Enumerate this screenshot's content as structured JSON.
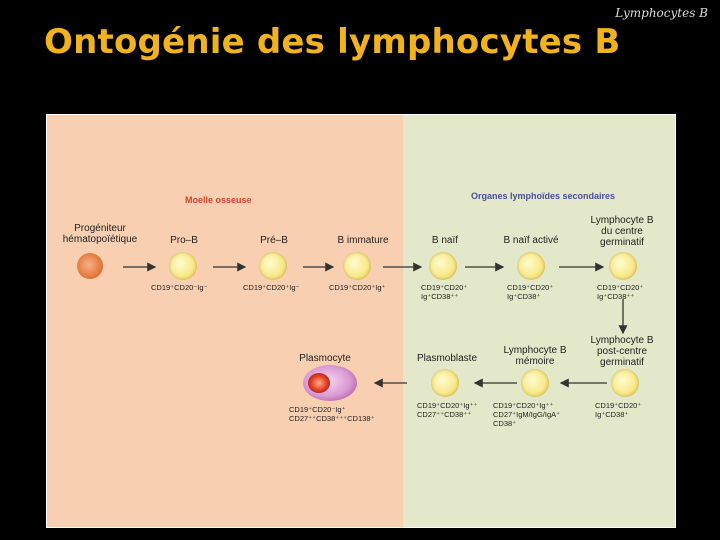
{
  "header": {
    "corner_label": "Lymphocytes B",
    "title": "Ontogénie des lymphocytes B"
  },
  "zones": {
    "bone_marrow": "Moelle osseuse",
    "secondary_organs": "Organes lymphoïdes secondaires"
  },
  "colors": {
    "title": "#f0b21e",
    "bone_marrow_bg": "#f9cfb2",
    "secondary_bg": "#e2e8c9",
    "zone_title_left": "#d4452c",
    "zone_title_right": "#4a4f9c"
  },
  "stages": {
    "progenitor": {
      "line1": "Progéniteur",
      "line2": "hématopoïétique"
    },
    "pro_b": {
      "label": "Pro–B",
      "markers": "CD19⁺CD20⁻Ig⁻"
    },
    "pre_b": {
      "label": "Pré–B",
      "markers": "CD19⁺CD20⁺Ig⁻"
    },
    "immature_b": {
      "label": "B immature",
      "markers": "CD19⁺CD20⁺Ig⁺"
    },
    "naive_b": {
      "label": "B naïf",
      "markers1": "CD19⁺CD20⁺",
      "markers2": "Ig⁺CD38⁺⁺"
    },
    "activated_naive_b": {
      "label": "B naïf activé",
      "markers1": "CD19⁺CD20⁺",
      "markers2": "Ig⁺CD38⁺"
    },
    "germinal_center_b": {
      "line1": "Lymphocyte B",
      "line2": "du centre",
      "line3": "germinatif",
      "markers1": "CD19⁺CD20⁺",
      "markers2": "Ig⁺CD38⁺⁺"
    },
    "post_germinal_b": {
      "line1": "Lymphocyte B",
      "line2": "post-centre",
      "line3": "germinatif",
      "markers1": "CD19⁺CD20⁺",
      "markers2": "Ig⁺CD38⁺"
    },
    "memory_b": {
      "line1": "Lymphocyte B",
      "line2": "mémoire",
      "markers1": "CD19⁺CD20⁺Ig⁺⁺",
      "markers2": "CD27⁺IgM/IgG/IgA⁺",
      "markers3": "CD38⁺"
    },
    "plasmablast": {
      "label": "Plasmoblaste",
      "markers1": "CD19⁺CD20⁺Ig⁺⁺",
      "markers2": "CD27⁺⁺CD38⁺⁺"
    },
    "plasmocyte": {
      "label": "Plasmocyte",
      "markers1": "CD19⁺CD20⁻Ig⁺",
      "markers2": "CD27⁺⁺CD38⁺⁺⁺CD138⁺"
    }
  }
}
